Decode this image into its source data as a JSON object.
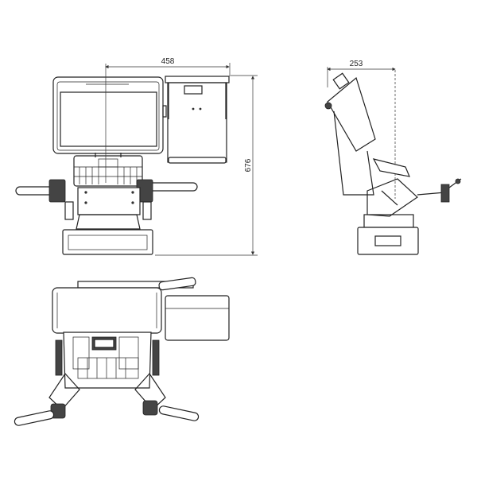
{
  "dimensions": {
    "width_label": "458",
    "height_label": "676",
    "depth_label": "253"
  },
  "views": [
    "front-view",
    "side-view",
    "top-view"
  ]
}
